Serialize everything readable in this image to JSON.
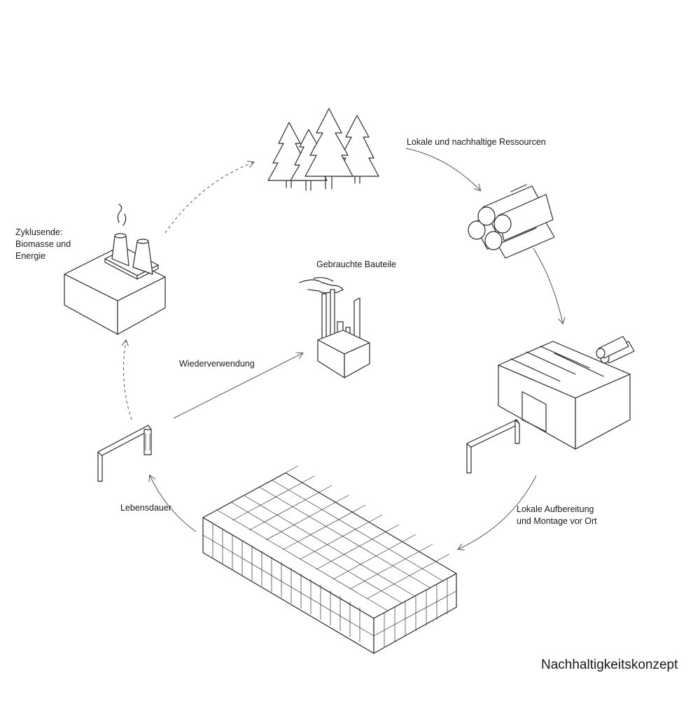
{
  "labels": {
    "resources": "Lokale und nachhaltige Ressourcen",
    "processing_line1": "Lokale Aufbereitung",
    "processing_line2": "und Montage vor Ort",
    "lifetime": "Lebensdauer",
    "reuse": "Wiederverwendung",
    "used_parts": "Gebrauchte Bauteile",
    "end_line1": "Zyklusende:",
    "end_line2": "Biomasse und",
    "end_line3": "Energie"
  },
  "title": "Nachhaltigkeitskonzept",
  "icons": [
    "tree-icon",
    "log-pile-icon",
    "sawmill-icon",
    "timber-frame-icon",
    "building-structure-icon",
    "power-plant-icon",
    "hand-icon",
    "parts-box-icon"
  ]
}
